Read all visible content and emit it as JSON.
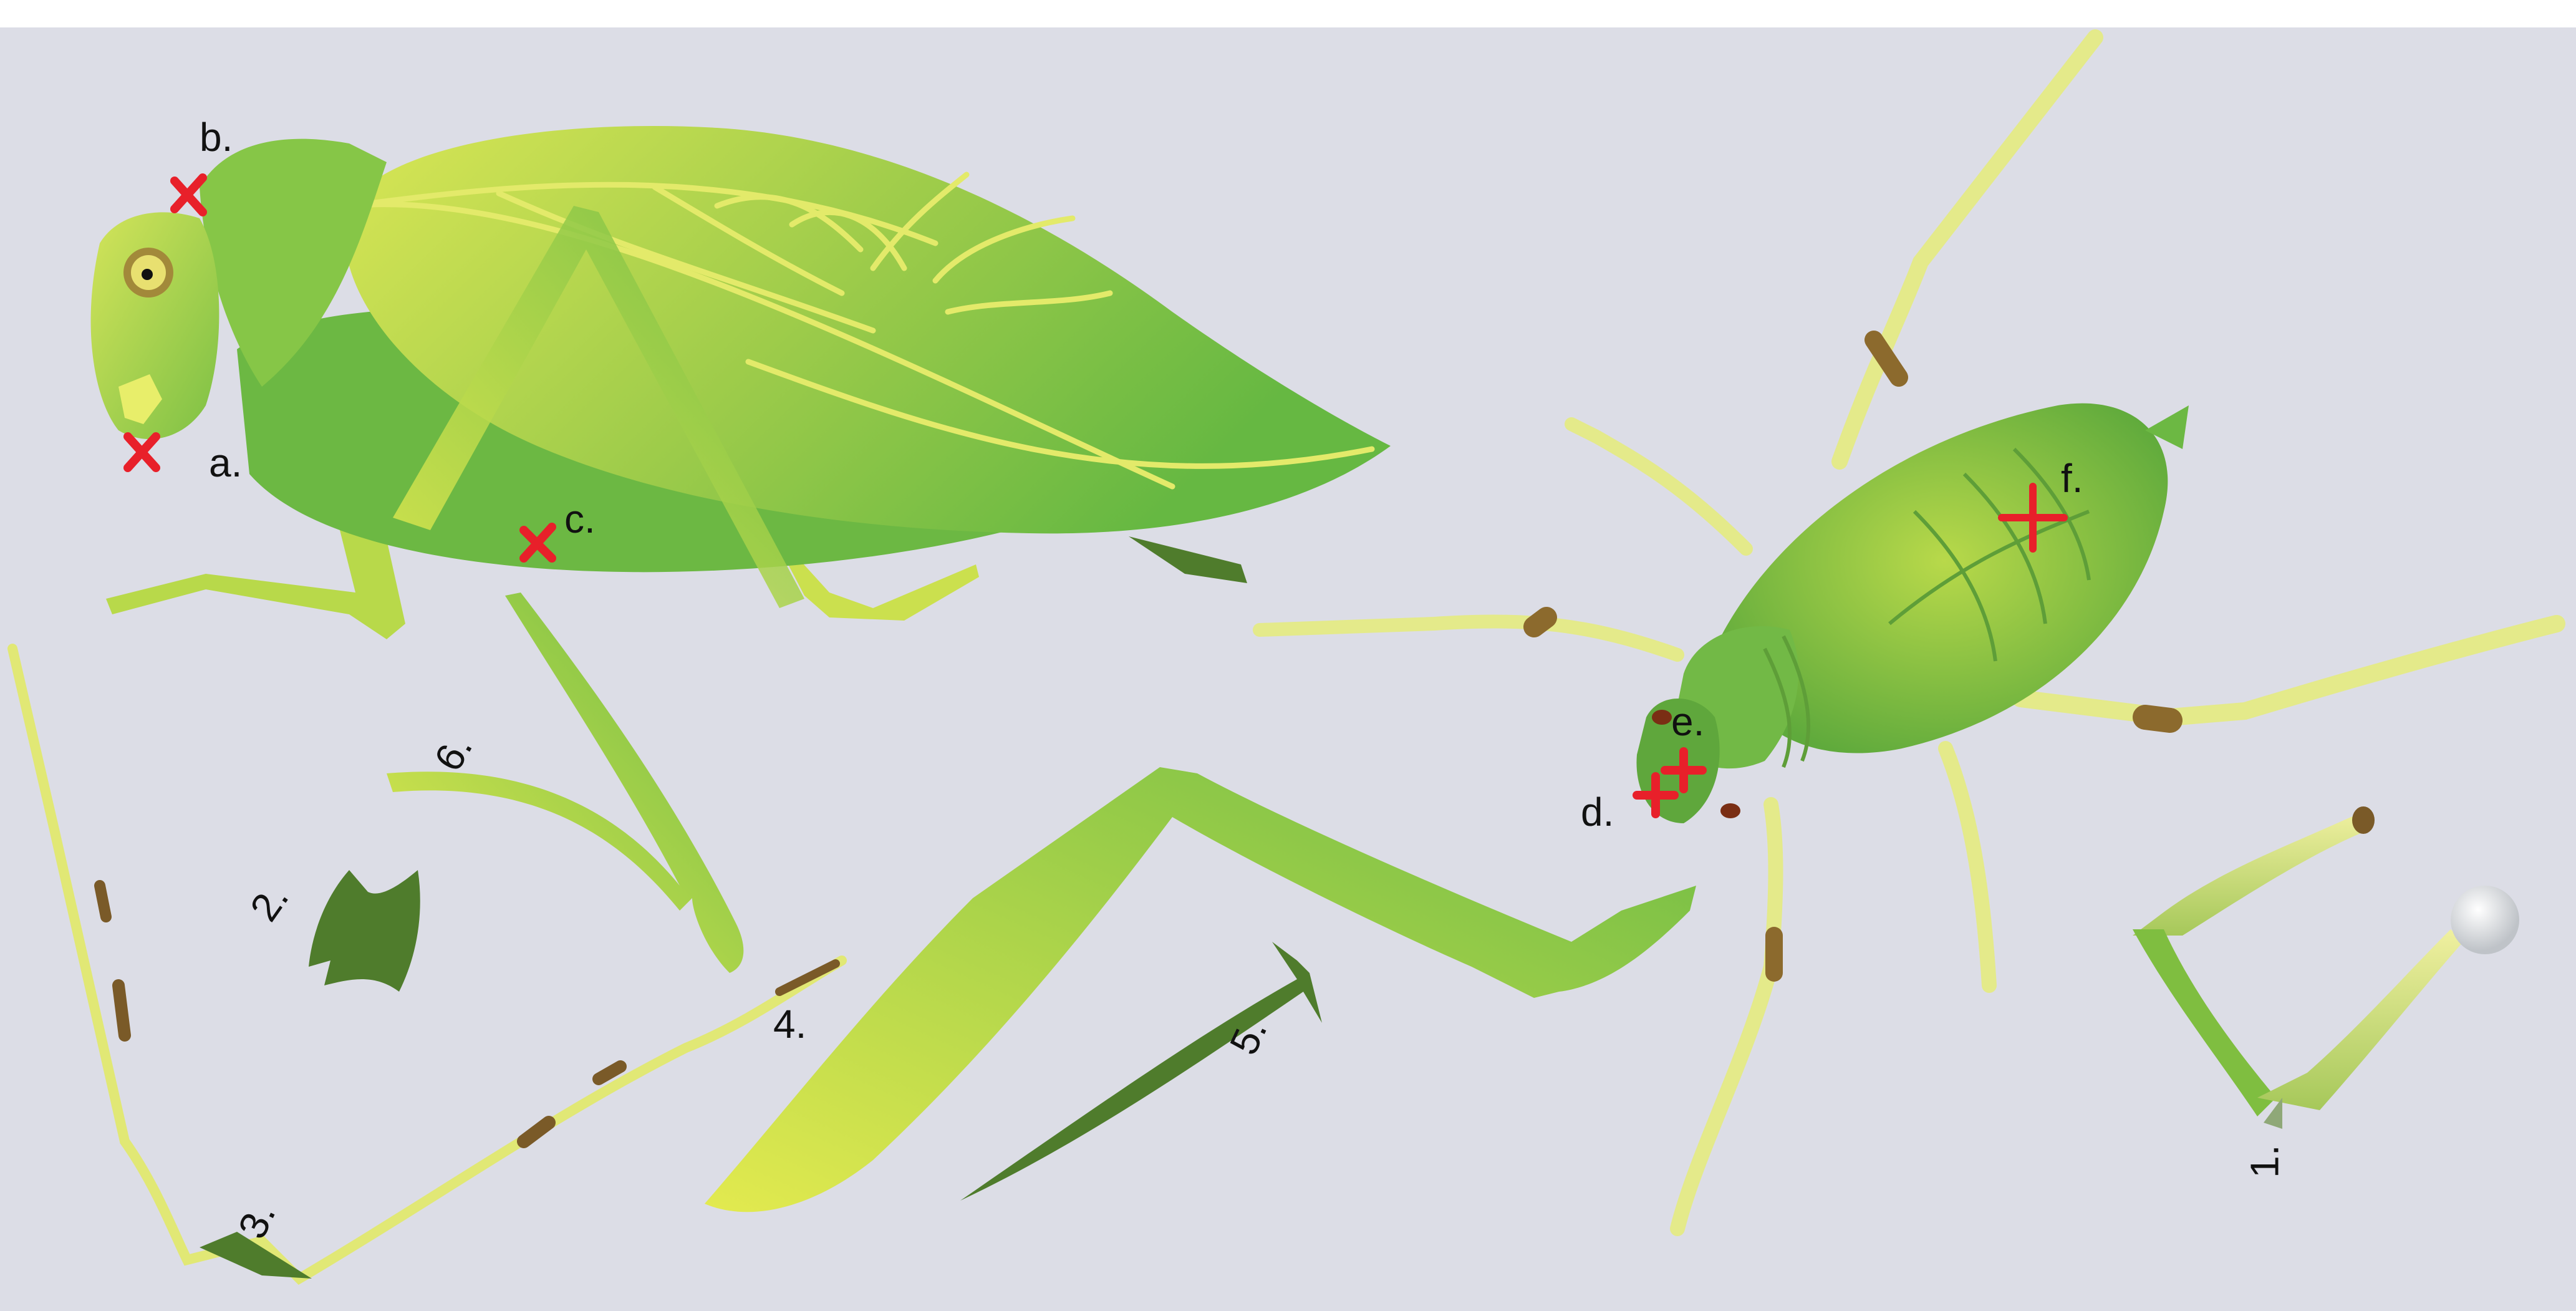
{
  "figure": {
    "labels": {
      "a": "a.",
      "b": "b.",
      "c": "c.",
      "d": "d.",
      "e": "e.",
      "f": "f.",
      "p1": "1.",
      "p2": "2.",
      "p3": "3.",
      "p4": "4.",
      "p5": "5.",
      "p6": "6."
    },
    "colors": {
      "background": "#dcdde6",
      "marker": "#e8202a",
      "leaf_green": "#6dbb45",
      "pale_green": "#dde65a",
      "dark_green": "#4f7c2c",
      "brown_joint": "#7a5a28"
    },
    "marker_icon": "cross-marker-icon"
  }
}
